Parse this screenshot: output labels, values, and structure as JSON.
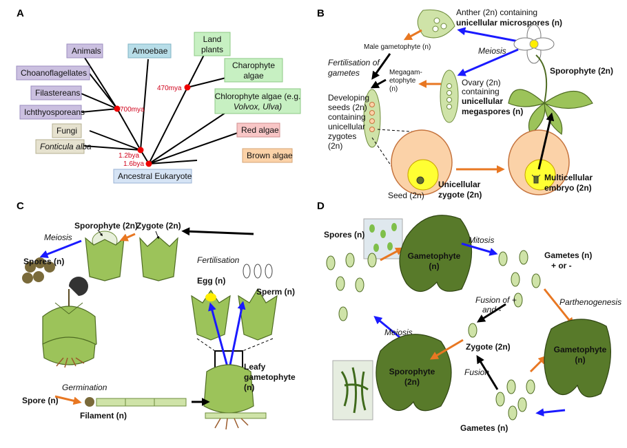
{
  "panels": {
    "a": "A",
    "b": "B",
    "c": "C",
    "d": "D"
  },
  "tree": {
    "animals": "Animals",
    "amoebae": "Amoebae",
    "land_plants_1": "Land",
    "land_plants_2": "plants",
    "choanoflagellates": "Choanoflagellates",
    "charophyte_1": "Charophyte",
    "charophyte_2": "algae",
    "filastereans": "Filastereans",
    "chlorophyte_1": "Chlorophyte algae (e.g.",
    "chlorophyte_2": "Volvox, Ulva)",
    "ichthyosporeans": "Ichthyosporeans",
    "fungi": "Fungi",
    "fonticula": "Fonticula alba",
    "red_algae": "Red algae",
    "brown_algae": "Brown algae",
    "ancestral": "Ancestral Eukaryote",
    "mya_700": "700mya",
    "mya_470": "470mya",
    "bya_12": "1.2bya",
    "bya_16": "1.6bya"
  },
  "angiosperm": {
    "anther_1": "Anther (2n) containing",
    "anther_2": "unicellular microspores (n)",
    "male_gametophyte": "Male gametophyte (n)",
    "meiosis": "Meiosis",
    "fert_1": "Fertilisation of",
    "fert_2": "gametes",
    "megagam_1": "Megagam-",
    "megagam_2": "etophyte",
    "megagam_3": "(n)",
    "ovary_1": "Ovary (2n)",
    "ovary_2": "containing",
    "ovary_3": "unicellular",
    "ovary_4": "megaspores (n)",
    "sporophyte": "Sporophyte (2n)",
    "dev_1": "Developing",
    "dev_2": "seeds (2n)",
    "dev_3": "containing",
    "dev_4": "unicellular",
    "dev_5": "zygotes",
    "dev_6": "(2n)",
    "seed": "Seed (2n)",
    "uni_zygote_1": "Unicellular",
    "uni_zygote_2": "zygote (2n)",
    "multi_embryo_1": "Multicellular",
    "multi_embryo_2": "embryo (2n)"
  },
  "moss": {
    "sporophyte": "Sporophyte (2n)",
    "zygote": "Zygote (2n)",
    "meiosis": "Meiosis",
    "spores": "Spores (n)",
    "fertilisation": "Fertilisation",
    "egg": "Egg (n)",
    "sperm": "Sperm (n)",
    "leafy_1": "Leafy",
    "leafy_2": "gametophyte",
    "leafy_3": "(n)",
    "spore": "Spore (n)",
    "germination": "Germination",
    "filament": "Filament (n)"
  },
  "algae": {
    "spores": "Spores (n)",
    "gametophyte_1": "Gametophyte",
    "gametophyte_2": "(n)",
    "mitosis": "Mitosis",
    "gametes_1": "Gametes (n)",
    "gametes_2": "+ or -",
    "fusion_1": "Fusion of +",
    "fusion_2": "and -",
    "parthenogenesis": "Parthenogenesis",
    "meiosis": "Meiosis",
    "zygote": "Zygote (2n)",
    "sporophyte_1": "Sporophyte",
    "sporophyte_2": "(2n)",
    "fusion": "Fusion",
    "gametophyte2_1": "Gametophyte",
    "gametophyte2_2": "(n)",
    "gametes_bottom": "Gametes (n)"
  }
}
